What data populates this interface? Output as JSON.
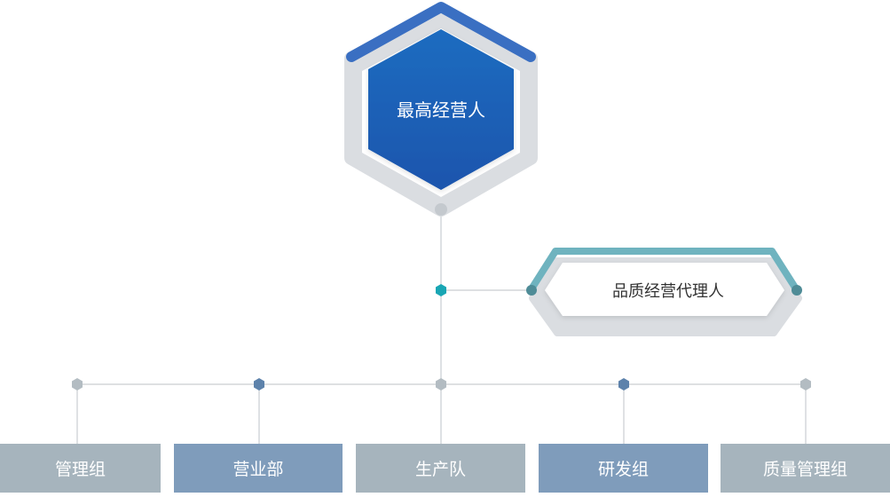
{
  "top_node": {
    "label": "最高经营人"
  },
  "agent_node": {
    "label": "品质经营代理人"
  },
  "departments": [
    {
      "label": "管理组",
      "color": "#a6b4bd"
    },
    {
      "label": "营业部",
      "color": "#7f9cbb"
    },
    {
      "label": "生产队",
      "color": "#a6b4bd"
    },
    {
      "label": "研发组",
      "color": "#7f9cbb"
    },
    {
      "label": "质量管理组",
      "color": "#a6b4bd"
    }
  ],
  "colors": {
    "primary_blue": "#1f5fb3",
    "teal": "#6fb3bf",
    "teal_dot": "#19a6b4",
    "line_gray": "#c9cdd1",
    "dot_gray": "#b3bcc2",
    "dot_blue": "#5d82ab"
  }
}
